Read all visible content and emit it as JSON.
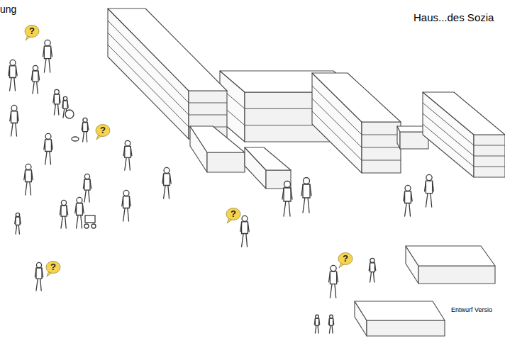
{
  "diagram": {
    "title": "Haus...des Sozia",
    "nodes": [
      {
        "text": [
          "?"
        ]
      },
      {
        "text": [
          "?"
        ]
      },
      {
        "text": [
          "?"
        ]
      },
      {
        "text": [
          "?"
        ]
      },
      {
        "text": [
          "?"
        ]
      }
    ],
    "labels": [
      "ung",
      "Entwurf Versio"
    ]
  }
}
